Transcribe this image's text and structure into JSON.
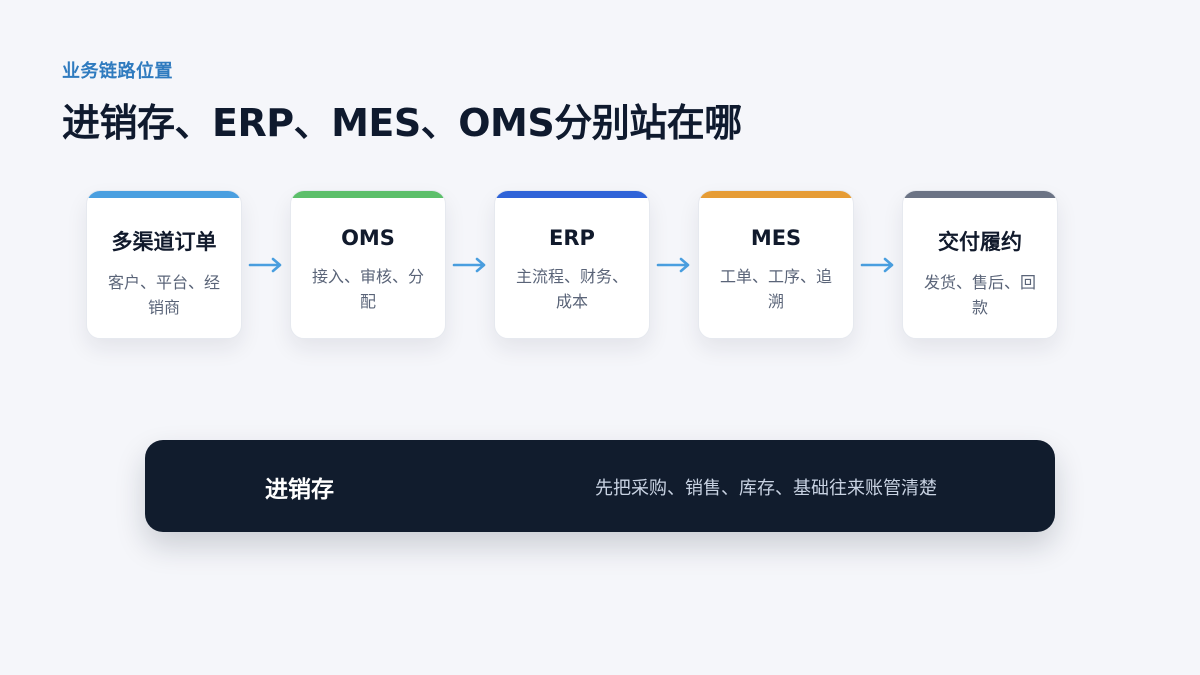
{
  "header": {
    "eyebrow": "业务链路位置",
    "title": "进销存、ERP、MES、OMS分别站在哪"
  },
  "flow": [
    {
      "title": "多渠道订单",
      "desc": "客户、平台、经销商",
      "accent": "#4a9fe0"
    },
    {
      "title": "OMS",
      "desc": "接入、审核、分配",
      "accent": "#5cbf6a"
    },
    {
      "title": "ERP",
      "desc": "主流程、财务、成本",
      "accent": "#2f63d8"
    },
    {
      "title": "MES",
      "desc": "工单、工序、追溯",
      "accent": "#e69c35"
    },
    {
      "title": "交付履约",
      "desc": "发货、售后、回款",
      "accent": "#6b7385"
    }
  ],
  "colors": {
    "arrow": "#4a9fe0",
    "banner_bg": "#111c2d"
  },
  "icons": {
    "connector": "arrow-right-icon"
  },
  "banner": {
    "title": "进销存",
    "desc": "先把采购、销售、库存、基础往来账管清楚"
  }
}
